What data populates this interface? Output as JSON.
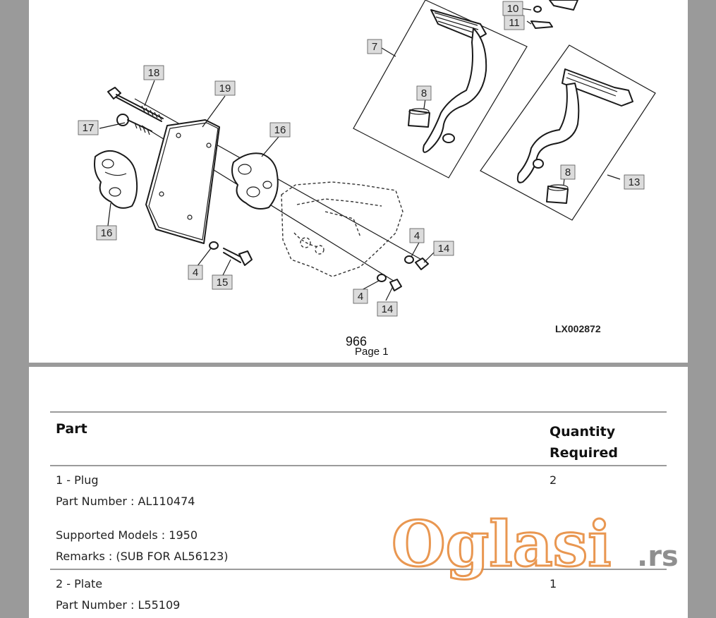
{
  "diagram": {
    "callouts": [
      "18",
      "19",
      "17",
      "16",
      "16",
      "4",
      "15",
      "4",
      "14",
      "4",
      "14",
      "7",
      "8",
      "10",
      "11",
      "8",
      "13"
    ],
    "figure_code": "LX002872",
    "page_number": "966",
    "page_label": "Page 1"
  },
  "table": {
    "header_part": "Part",
    "header_qty": "Quantity Required",
    "rows": [
      {
        "title": "1 - Plug",
        "part_number": "Part Number : AL110474",
        "models": "Supported Models : 1950",
        "remarks": "Remarks : (SUB FOR AL56123)",
        "qty": "2"
      },
      {
        "title": "2 - Plate",
        "part_number": "Part Number : L55109",
        "qty": "1"
      }
    ]
  },
  "watermark": {
    "name": "Oglasi",
    "suffix": ".rs",
    "color": "#e6893a"
  }
}
